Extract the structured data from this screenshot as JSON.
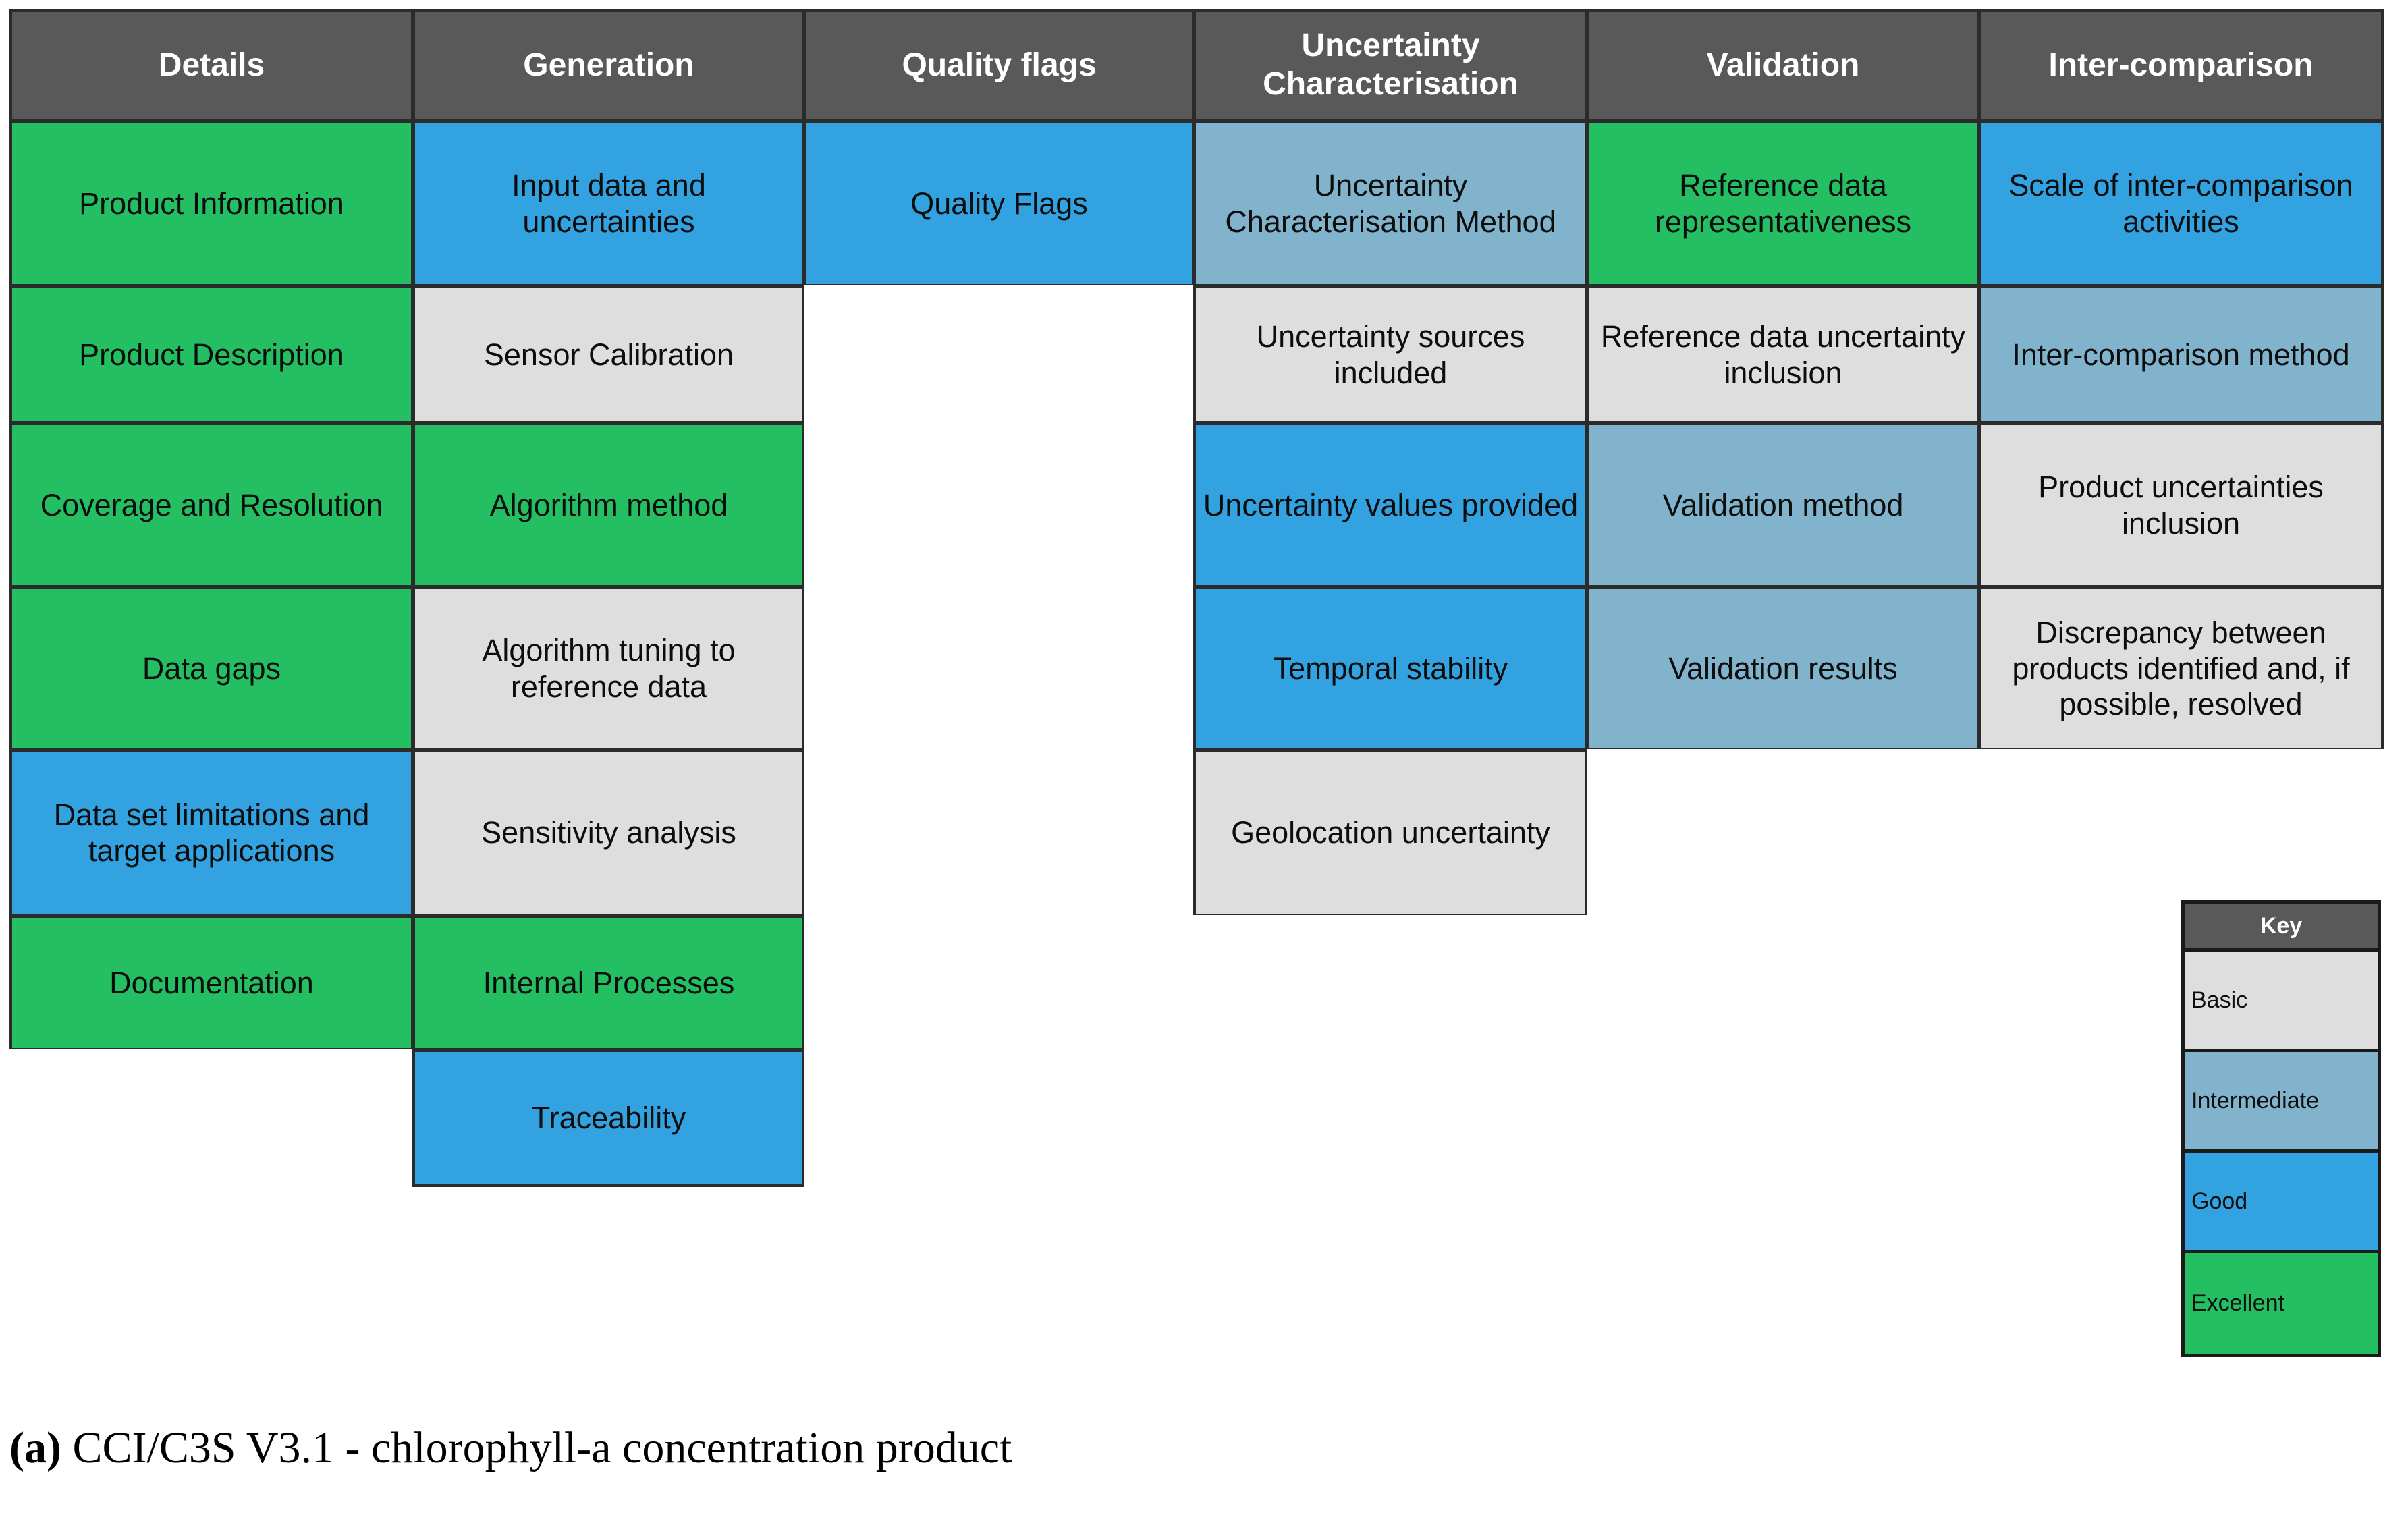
{
  "figure": {
    "caption_label": "(a)",
    "caption_text": " CCI/C3S V3.1 - chlorophyll-a concentration product"
  },
  "colors": {
    "basic": "#dedede",
    "intermediate": "#81b4cc",
    "good": "#32a3e0",
    "excellent": "#24bf62",
    "header": "#595959",
    "border": "#2b2b2b"
  },
  "matrix": {
    "headers": [
      "Details",
      "Generation",
      "Quality flags",
      "Uncertainty Characterisation",
      "Validation",
      "Inter-comparison"
    ],
    "columns": [
      {
        "header": "Details",
        "cells": [
          {
            "label": "Product Information",
            "level": "excellent"
          },
          {
            "label": "Product Description",
            "level": "excellent"
          },
          {
            "label": "Coverage and Resolution",
            "level": "excellent"
          },
          {
            "label": "Data gaps",
            "level": "excellent"
          },
          {
            "label": "Data set limitations and target applications",
            "level": "good"
          },
          {
            "label": "Documentation",
            "level": "excellent"
          }
        ]
      },
      {
        "header": "Generation",
        "cells": [
          {
            "label": "Input data and uncertainties",
            "level": "good"
          },
          {
            "label": "Sensor Calibration",
            "level": "basic"
          },
          {
            "label": "Algorithm method",
            "level": "excellent"
          },
          {
            "label": "Algorithm tuning to reference data",
            "level": "basic"
          },
          {
            "label": "Sensitivity analysis",
            "level": "basic"
          },
          {
            "label": "Internal Processes",
            "level": "excellent"
          },
          {
            "label": "Traceability",
            "level": "good"
          }
        ]
      },
      {
        "header": "Quality flags",
        "cells": [
          {
            "label": "Quality Flags",
            "level": "good"
          }
        ]
      },
      {
        "header": "Uncertainty Characterisation",
        "cells": [
          {
            "label": "Uncertainty Characterisation Method",
            "level": "intermediate"
          },
          {
            "label": "Uncertainty sources included",
            "level": "basic"
          },
          {
            "label": "Uncertainty values provided",
            "level": "good"
          },
          {
            "label": "Temporal stability",
            "level": "good"
          },
          {
            "label": "Geolocation uncertainty",
            "level": "basic"
          }
        ]
      },
      {
        "header": "Validation",
        "cells": [
          {
            "label": "Reference data representativeness",
            "level": "excellent"
          },
          {
            "label": "Reference data uncertainty inclusion",
            "level": "basic"
          },
          {
            "label": "Validation method",
            "level": "intermediate"
          },
          {
            "label": "Validation results",
            "level": "intermediate"
          }
        ]
      },
      {
        "header": "Inter-comparison",
        "cells": [
          {
            "label": "Scale of inter-comparison activities",
            "level": "good"
          },
          {
            "label": "Inter-comparison method",
            "level": "intermediate"
          },
          {
            "label": "Product uncertainties inclusion",
            "level": "basic"
          },
          {
            "label": "Discrepancy between products identified and, if possible, resolved",
            "level": "basic"
          }
        ]
      }
    ]
  },
  "key": {
    "title": "Key",
    "items": [
      {
        "label": "Basic",
        "level": "basic"
      },
      {
        "label": "Intermediate",
        "level": "intermediate"
      },
      {
        "label": "Good",
        "level": "good"
      },
      {
        "label": "Excellent",
        "level": "excellent"
      }
    ]
  }
}
